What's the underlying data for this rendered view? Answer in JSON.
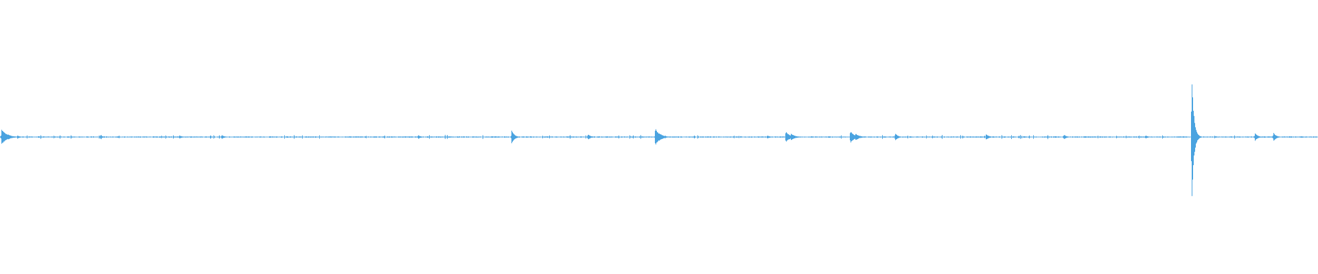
{
  "waveform": {
    "color": "#4aa3e0",
    "baseline_level": 0.0,
    "noise_level": 0.004,
    "events": [
      {
        "t": 0.001,
        "amp": 0.055,
        "decay": 0.004
      },
      {
        "t": 0.002,
        "amp": 0.035,
        "decay": 0.003
      },
      {
        "t": 0.006,
        "amp": 0.02,
        "decay": 0.003
      },
      {
        "t": 0.013,
        "amp": 0.012,
        "decay": 0.002
      },
      {
        "t": 0.076,
        "amp": 0.012,
        "decay": 0.002
      },
      {
        "t": 0.136,
        "amp": 0.012,
        "decay": 0.002
      },
      {
        "t": 0.168,
        "amp": 0.015,
        "decay": 0.002
      },
      {
        "t": 0.317,
        "amp": 0.015,
        "decay": 0.002
      },
      {
        "t": 0.388,
        "amp": 0.05,
        "decay": 0.002
      },
      {
        "t": 0.446,
        "amp": 0.02,
        "decay": 0.002
      },
      {
        "t": 0.497,
        "amp": 0.065,
        "decay": 0.003
      },
      {
        "t": 0.5,
        "amp": 0.03,
        "decay": 0.003
      },
      {
        "t": 0.582,
        "amp": 0.012,
        "decay": 0.002
      },
      {
        "t": 0.596,
        "amp": 0.04,
        "decay": 0.003
      },
      {
        "t": 0.6,
        "amp": 0.025,
        "decay": 0.003
      },
      {
        "t": 0.645,
        "amp": 0.045,
        "decay": 0.003
      },
      {
        "t": 0.649,
        "amp": 0.025,
        "decay": 0.003
      },
      {
        "t": 0.679,
        "amp": 0.028,
        "decay": 0.002
      },
      {
        "t": 0.748,
        "amp": 0.022,
        "decay": 0.002
      },
      {
        "t": 0.807,
        "amp": 0.018,
        "decay": 0.002
      },
      {
        "t": 0.869,
        "amp": 0.012,
        "decay": 0.002
      },
      {
        "t": 0.904,
        "amp": 0.5,
        "decay": 0.0015
      },
      {
        "t": 0.906,
        "amp": 0.04,
        "decay": 0.002
      },
      {
        "t": 0.952,
        "amp": 0.03,
        "decay": 0.002
      },
      {
        "t": 0.966,
        "amp": 0.032,
        "decay": 0.002
      }
    ]
  }
}
